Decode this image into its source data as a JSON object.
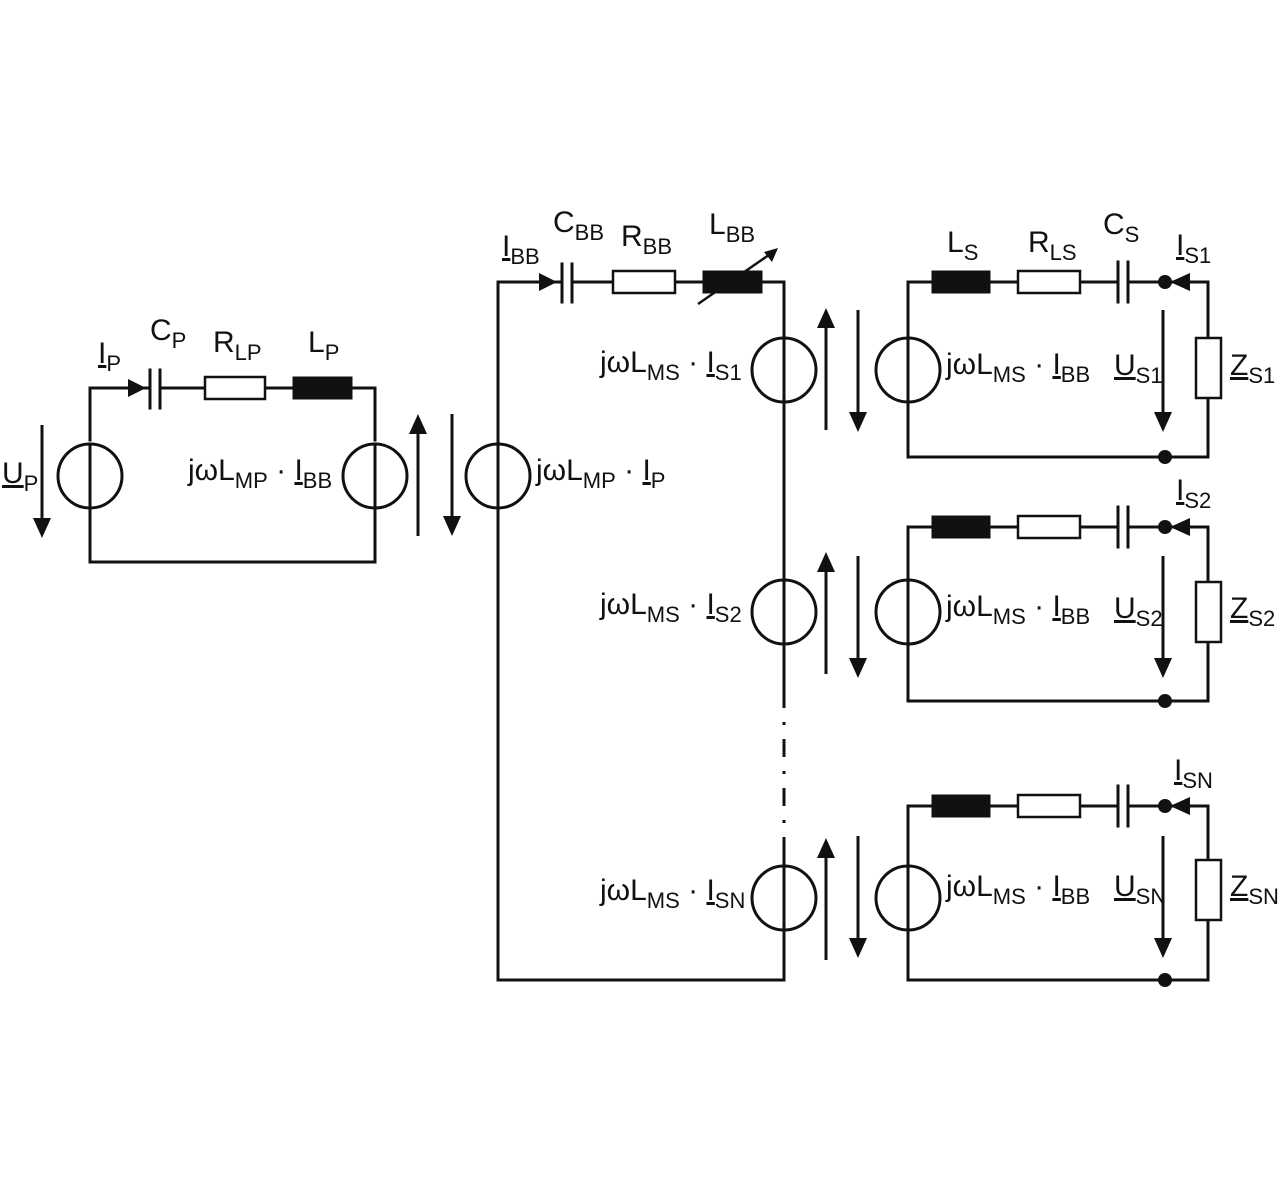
{
  "primary": {
    "source_voltage": {
      "main": "U",
      "sub": "P"
    },
    "current": {
      "main": "I",
      "sub": "P"
    },
    "capacitor": {
      "main": "C",
      "sub": "P"
    },
    "resistor": {
      "main": "R",
      "sub": "LP"
    },
    "inductor": {
      "main": "L",
      "sub": "P"
    },
    "coupled_source": {
      "prefix": "jωL",
      "sub1": "MP",
      "mid": " · ",
      "cur": "I",
      "sub2": "BB"
    }
  },
  "busbar": {
    "current": {
      "main": "I",
      "sub": "BB"
    },
    "capacitor": {
      "main": "C",
      "sub": "BB"
    },
    "resistor": {
      "main": "R",
      "sub": "BB"
    },
    "inductor": {
      "main": "L",
      "sub": "BB"
    },
    "coupled_source_primary": {
      "prefix": "jωL",
      "sub1": "MP",
      "mid": " · ",
      "cur": "I",
      "sub2": "P"
    },
    "coupled_sources": [
      {
        "prefix": "jωL",
        "sub1": "MS",
        "mid": " · ",
        "cur": "I",
        "sub2": "S1"
      },
      {
        "prefix": "jωL",
        "sub1": "MS",
        "mid": " · ",
        "cur": "I",
        "sub2": "S2"
      },
      {
        "prefix": "jωL",
        "sub1": "MS",
        "mid": " · ",
        "cur": "I",
        "sub2": "SN"
      }
    ]
  },
  "secondaries": [
    {
      "inductor": {
        "main": "L",
        "sub": "S"
      },
      "resistor": {
        "main": "R",
        "sub": "LS"
      },
      "capacitor": {
        "main": "C",
        "sub": "S"
      },
      "current": {
        "main": "I",
        "sub": "S1"
      },
      "voltage": {
        "main": "U",
        "sub": "S1"
      },
      "load": {
        "main": "Z",
        "sub": "S1"
      },
      "coupled_source": {
        "prefix": "jωL",
        "sub1": "MS",
        "mid": " · ",
        "cur": "I",
        "sub2": "BB"
      }
    },
    {
      "current": {
        "main": "I",
        "sub": "S2"
      },
      "voltage": {
        "main": "U",
        "sub": "S2"
      },
      "load": {
        "main": "Z",
        "sub": "S2"
      },
      "coupled_source": {
        "prefix": "jωL",
        "sub1": "MS",
        "mid": " · ",
        "cur": "I",
        "sub2": "BB"
      }
    },
    {
      "current": {
        "main": "I",
        "sub": "SN"
      },
      "voltage": {
        "main": "U",
        "sub": "SN"
      },
      "load": {
        "main": "Z",
        "sub": "SN"
      },
      "coupled_source": {
        "prefix": "jωL",
        "sub1": "MS",
        "mid": " · ",
        "cur": "I",
        "sub2": "BB"
      }
    }
  ]
}
